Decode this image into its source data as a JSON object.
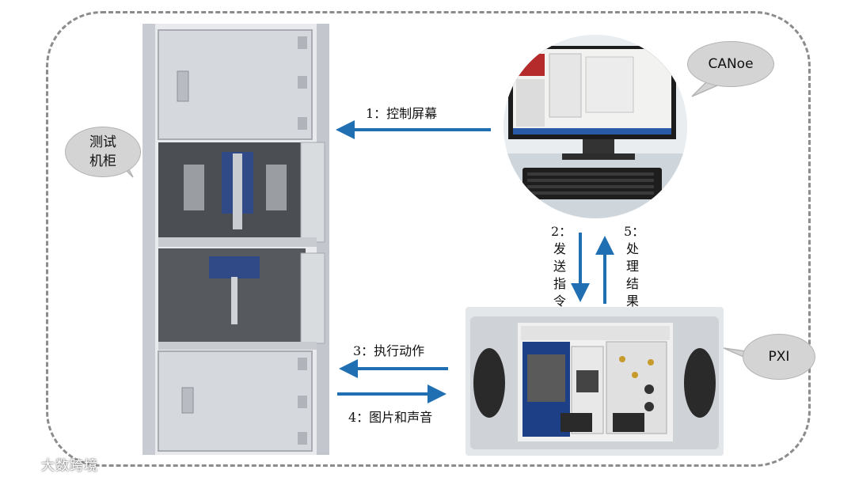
{
  "bubbles": {
    "cabinet": "测试\n机柜",
    "canoe": "CANoe",
    "pxi": "PXI"
  },
  "steps": {
    "s1": "1：控制屏幕",
    "s2": "2：发送指令",
    "s3": "3：执行动作",
    "s4": "4：图片和声音",
    "s5": "5：处理结果"
  },
  "watermark": "大数跨境",
  "colors": {
    "arrow": "#1f6fb2",
    "frame": "#8c8c8c",
    "bubble": "#d4d4d4"
  }
}
